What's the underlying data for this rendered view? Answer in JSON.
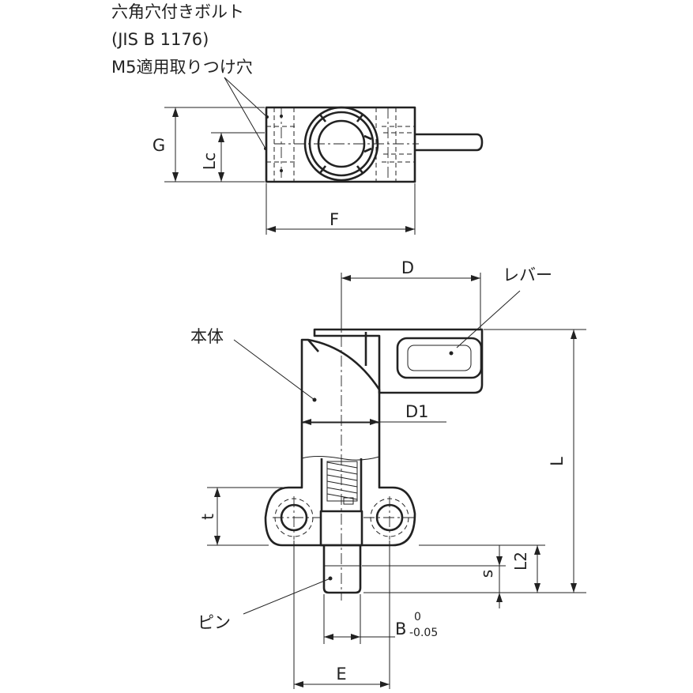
{
  "notes": {
    "bolt_line1": "六角穴付きボルト",
    "bolt_line2": "(JIS B 1176)",
    "bolt_line3": "M5適用取りつけ穴"
  },
  "dims": {
    "G": "G",
    "Lc": "Lc",
    "F": "F",
    "D": "D",
    "D1": "D1",
    "L": "L",
    "L2": "L2",
    "t": "t",
    "s": "s",
    "B": "B",
    "B_tol_upper": "0",
    "B_tol_lower": "-0.05",
    "E": "E"
  },
  "parts": {
    "lever": "レバー",
    "body": "本体",
    "pin": "ピン"
  }
}
